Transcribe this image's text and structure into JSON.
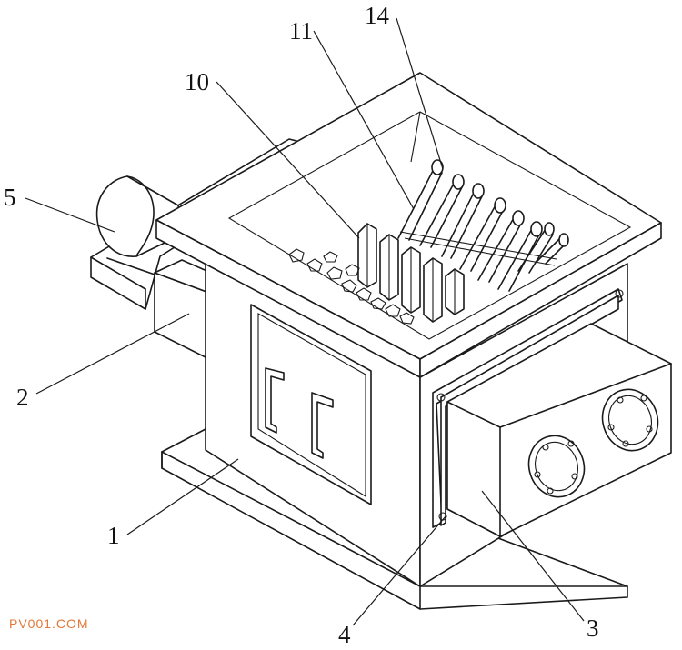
{
  "labels": {
    "l1": "1",
    "l2": "2",
    "l3": "3",
    "l4": "4",
    "l5": "5",
    "l10": "10",
    "l11": "11",
    "l14": "14"
  },
  "watermark": "PV001.COM"
}
